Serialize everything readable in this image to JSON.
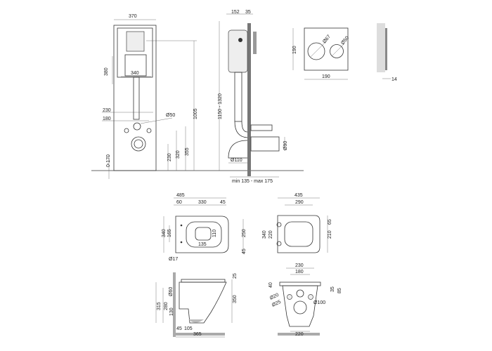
{
  "frame_views": {
    "front": {
      "width": "370",
      "tank_height": "380",
      "tank_width": "340",
      "outer_fix": "230",
      "inner_fix": "180",
      "flush_pipe": "Ø50",
      "actuator_height": "1005",
      "fix_355": "355",
      "fix_320": "320",
      "drain_230": "230",
      "leg_adjust": "0-170",
      "total_height": "1150 - 1320"
    },
    "side": {
      "depth": "152",
      "wall": "35",
      "total_height": "1150 - 1320",
      "drain_pipe": "Ø90",
      "outlet": "Ø110",
      "offset": "min 135 - max 175"
    }
  },
  "flush_plate": {
    "height": "190",
    "width": "190",
    "big_button": "Ø67",
    "small_button": "Ø50",
    "thickness": "14"
  },
  "bowl_views": {
    "top_left": {
      "overall": "485",
      "left": "60",
      "middle": "330",
      "right": "45",
      "depth": "340",
      "bolt_spacing": "165",
      "inner_height": "110",
      "inner_width": "135",
      "seat_depth": "250",
      "rear": "45",
      "bolt_hole": "Ø17"
    },
    "top_seat": {
      "overall": "435",
      "hinge": "290",
      "depth": "340",
      "hinge_depth": "220",
      "front": "65",
      "seat": "210"
    },
    "side": {
      "height": "315",
      "inlet_height": "280",
      "inlet": "Ø60",
      "outlet_height": "130",
      "seat_thk": "25",
      "bowl_height": "350",
      "wall_gap": "45",
      "outlet_dist": "105",
      "length": "365"
    },
    "back": {
      "outer": "230",
      "inner": "180",
      "top": "40",
      "bolt_a": "35",
      "bolt_b": "85",
      "bolt_small": "Ø20",
      "bolt_large": "Ø25",
      "outlet": "Ø100",
      "base": "220"
    }
  }
}
